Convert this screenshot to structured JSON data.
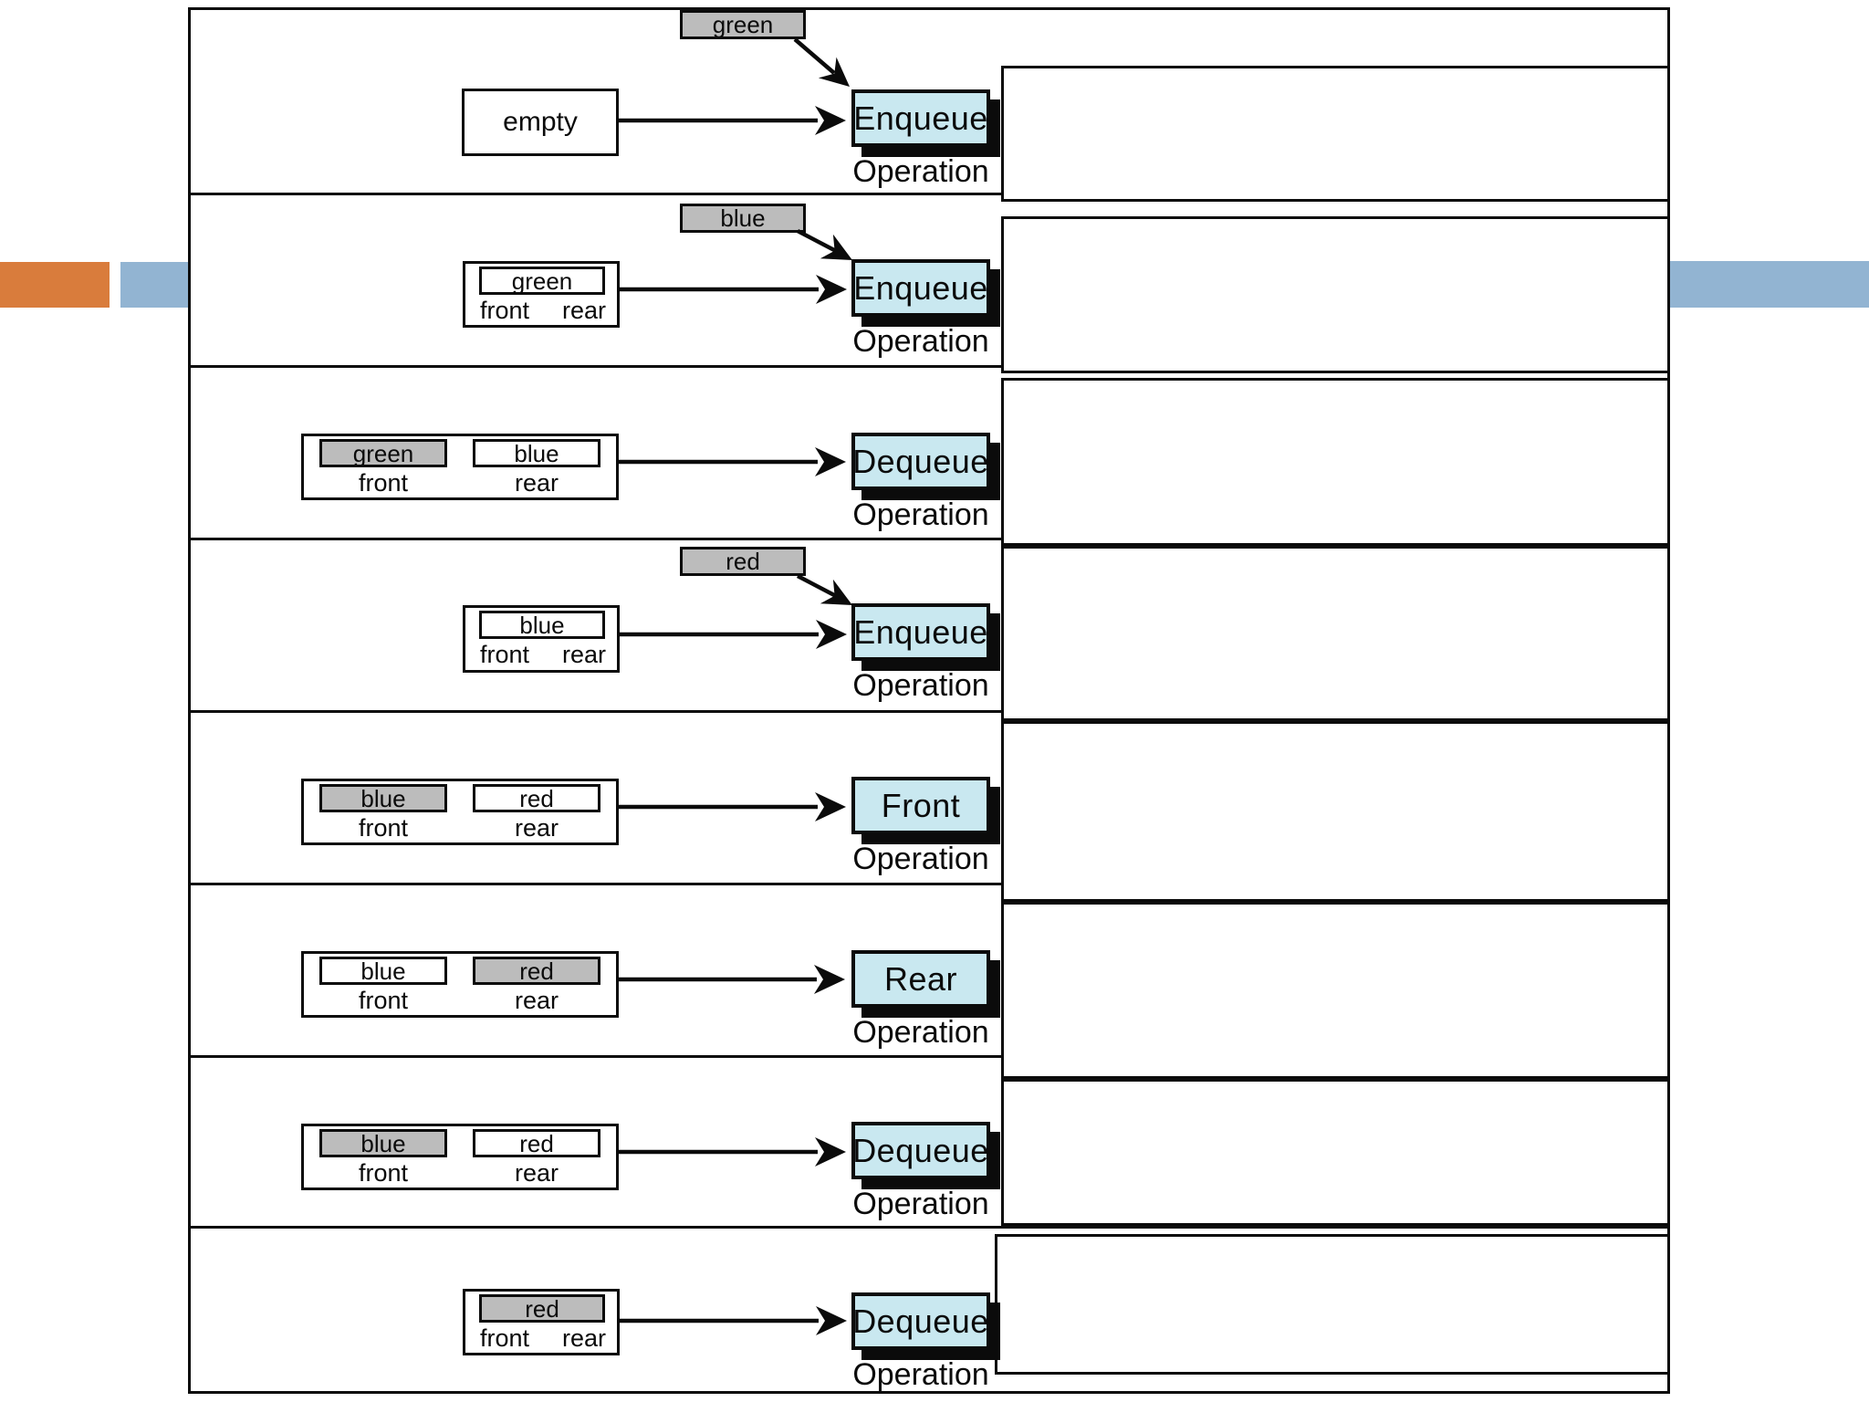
{
  "colors": {
    "line": "#0b0b0b",
    "op_fill": "#c9e8f0",
    "item_gray": "#bcbcbc",
    "bar_orange": "#d97c3c",
    "bar_blue": "#92b4d2"
  },
  "rows": [
    {
      "operation": "Enqueue",
      "caption": "Operation",
      "incoming": "green",
      "empty_label": "empty"
    },
    {
      "operation": "Enqueue",
      "caption": "Operation",
      "incoming": "blue",
      "queue": {
        "front": "front",
        "rear": "rear",
        "slots": [
          {
            "label": "green",
            "fill": "white"
          }
        ]
      }
    },
    {
      "operation": "Dequeue",
      "caption": "Operation",
      "queue": {
        "front": "front",
        "rear": "rear",
        "slots": [
          {
            "label": "green",
            "fill": "gray"
          },
          {
            "label": "blue",
            "fill": "white"
          }
        ]
      }
    },
    {
      "operation": "Enqueue",
      "caption": "Operation",
      "incoming": "red",
      "queue": {
        "front": "front",
        "rear": "rear",
        "slots": [
          {
            "label": "blue",
            "fill": "white"
          }
        ]
      }
    },
    {
      "operation": "Front",
      "caption": "Operation",
      "queue": {
        "front": "front",
        "rear": "rear",
        "slots": [
          {
            "label": "blue",
            "fill": "gray"
          },
          {
            "label": "red",
            "fill": "white"
          }
        ]
      }
    },
    {
      "operation": "Rear",
      "caption": "Operation",
      "queue": {
        "front": "front",
        "rear": "rear",
        "slots": [
          {
            "label": "blue",
            "fill": "white"
          },
          {
            "label": "red",
            "fill": "gray"
          }
        ]
      }
    },
    {
      "operation": "Dequeue",
      "caption": "Operation",
      "queue": {
        "front": "front",
        "rear": "rear",
        "slots": [
          {
            "label": "blue",
            "fill": "gray"
          },
          {
            "label": "red",
            "fill": "white"
          }
        ]
      }
    },
    {
      "operation": "Dequeue",
      "caption": "Operation",
      "queue": {
        "front": "front",
        "rear": "rear",
        "slots": [
          {
            "label": "red",
            "fill": "gray"
          }
        ]
      }
    }
  ]
}
